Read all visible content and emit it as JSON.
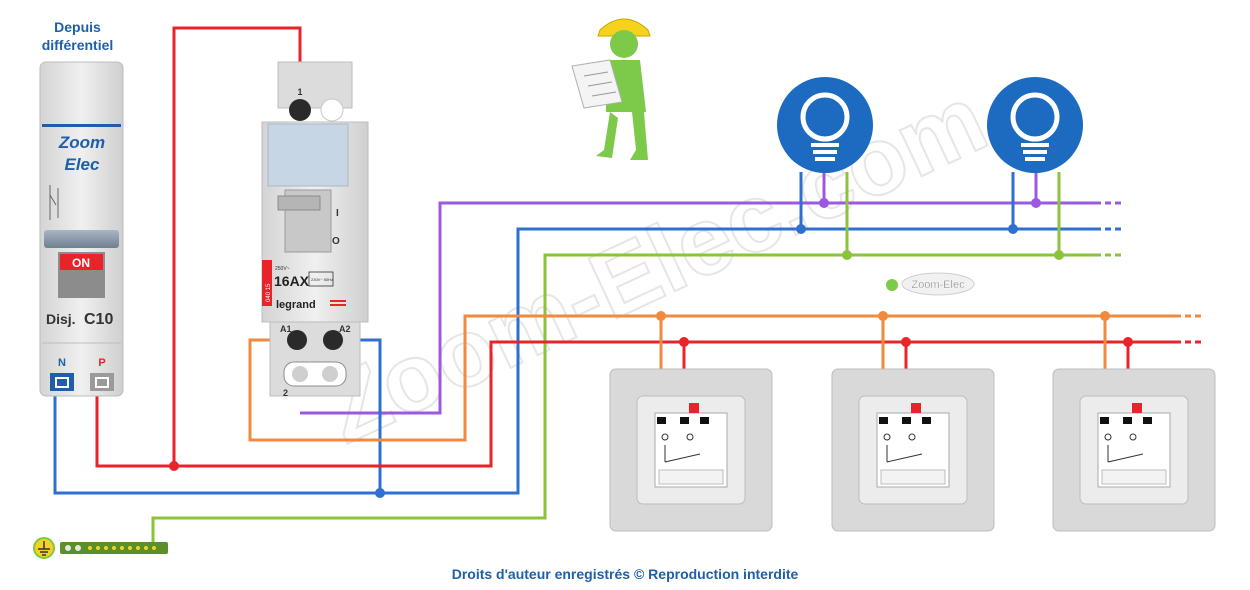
{
  "header": {
    "line1": "Depuis",
    "line2": "différentiel"
  },
  "breaker": {
    "brand_line1": "Zoom",
    "brand_line2": "Elec",
    "on_label": "ON",
    "model_prefix": "Disj.",
    "model": "C10",
    "terminal_n": "N",
    "terminal_p": "P"
  },
  "relay": {
    "top_terminal": "1",
    "bottom_terminal": "2",
    "coil_a1": "A1",
    "coil_a2": "A2",
    "rating_small": "250V~",
    "rating": "16AX",
    "brand": "legrand",
    "side_code": "040 15",
    "pos_i": "I",
    "pos_o": "O",
    "coil_voltage": "230V~ 50Hz"
  },
  "watermark": {
    "main": "Zoom-Elec.com",
    "logo": "Zoom-Elec"
  },
  "footer": {
    "text": "Droits d'auteur enregistrés © Reproduction interdite"
  },
  "colors": {
    "phase": "#e8232a",
    "neutral": "#2f6fd0",
    "control": "#9b59e0",
    "return": "#f08a3c",
    "earth": "#8bc43a",
    "label_blue": "#1f5fa8",
    "bulb_blue": "#1d6bc0"
  },
  "icons": {
    "lamps": "light-bulb-icon",
    "worker": "worker-reading-plan-icon",
    "earth": "earth-ground-icon"
  }
}
